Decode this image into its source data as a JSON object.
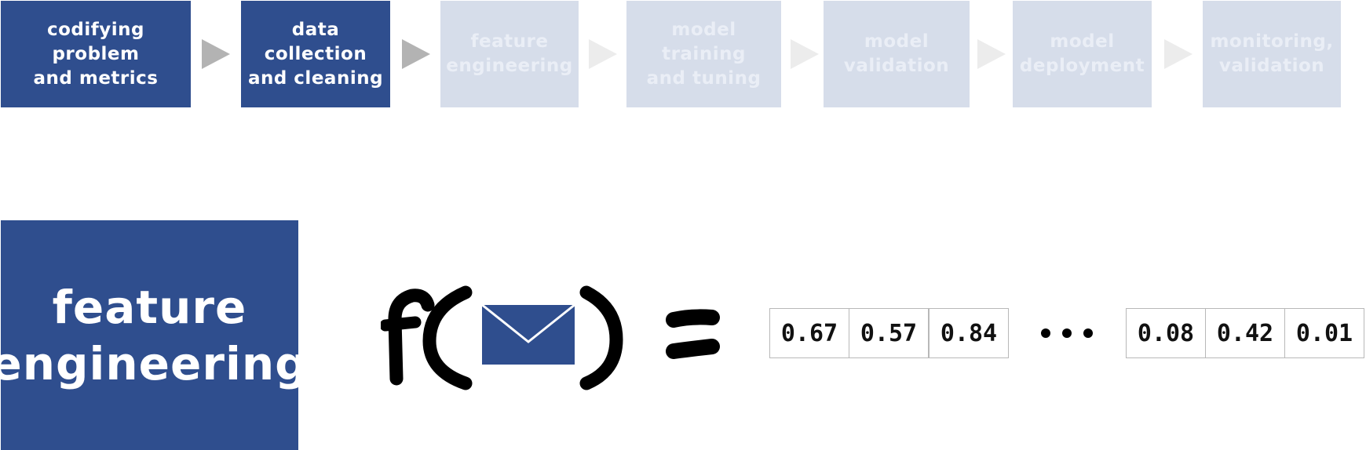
{
  "pipeline": {
    "steps": [
      {
        "label_lines": [
          "codifying",
          "problem",
          "and metrics"
        ],
        "state": "active"
      },
      {
        "label_lines": [
          "data",
          "collection",
          "and cleaning"
        ],
        "state": "active"
      },
      {
        "label_lines": [
          "feature",
          "engineering"
        ],
        "state": "inactive"
      },
      {
        "label_lines": [
          "model",
          "training",
          "and tuning"
        ],
        "state": "inactive"
      },
      {
        "label_lines": [
          "model",
          "validation"
        ],
        "state": "inactive"
      },
      {
        "label_lines": [
          "model",
          "deployment"
        ],
        "state": "inactive"
      },
      {
        "label_lines": [
          "monitoring,",
          "validation"
        ],
        "state": "inactive"
      }
    ]
  },
  "current_stage": {
    "line1": "feature",
    "line2": "engineering"
  },
  "feature_vector": {
    "values_left": [
      "0.67",
      "0.57",
      "0.84"
    ],
    "values_right": [
      "0.08",
      "0.42",
      "0.01"
    ]
  },
  "colors": {
    "active": "#2f4e8e",
    "inactive": "#d6ddea",
    "arrow_active": "#b3b3b3",
    "arrow_inactive": "#ececec"
  },
  "icons": {
    "function_input": "envelope-icon",
    "ellipsis": "ellipsis-icon"
  }
}
